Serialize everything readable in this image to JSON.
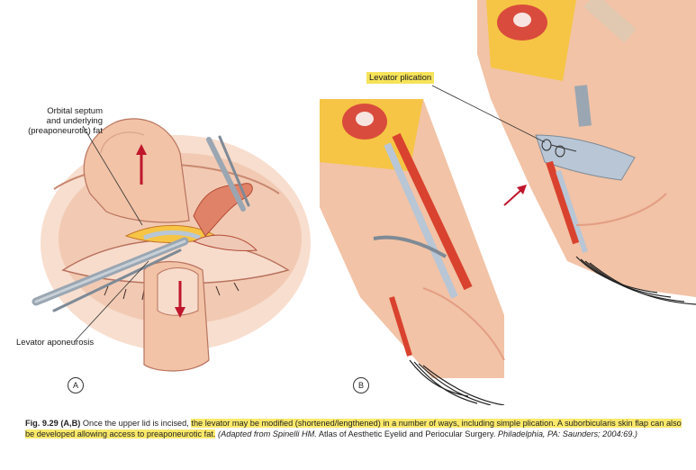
{
  "labels": {
    "orbital_septum": [
      "Orbital septum",
      "and underlying",
      "(preaponeurotic) fat"
    ],
    "levator_aponeurosis": "Levator aponeurosis",
    "levator_plication": "Levator plication",
    "panel_a": "A",
    "panel_b": "B"
  },
  "caption": {
    "fig_number": "Fig. 9.29",
    "panels": "(A,B)",
    "lead": "Once the upper lid is incised,",
    "highlight_1": "the levator may be modified (shortened/lengthened) in a number of ways, including simple plication. A suborbicularis skin flap can also be developed allowing access to preaponeurotic fat.",
    "credit_1": "(Adapted from Spinelli HM.",
    "credit_title": "Atlas of Aesthetic Eyelid and Periocular Surgery.",
    "credit_2": "Philadelphia, PA: Saunders; 2004:69.)"
  },
  "colors": {
    "skin": "#f2c3a6",
    "skin_dark": "#e39e84",
    "fat": "#f6c545",
    "muscle": "#d9422e",
    "aponeurosis": "#b8c6d6",
    "instrument": "#9aa6b2",
    "arrow": "#c0162c",
    "highlight": "#fbe96a"
  }
}
